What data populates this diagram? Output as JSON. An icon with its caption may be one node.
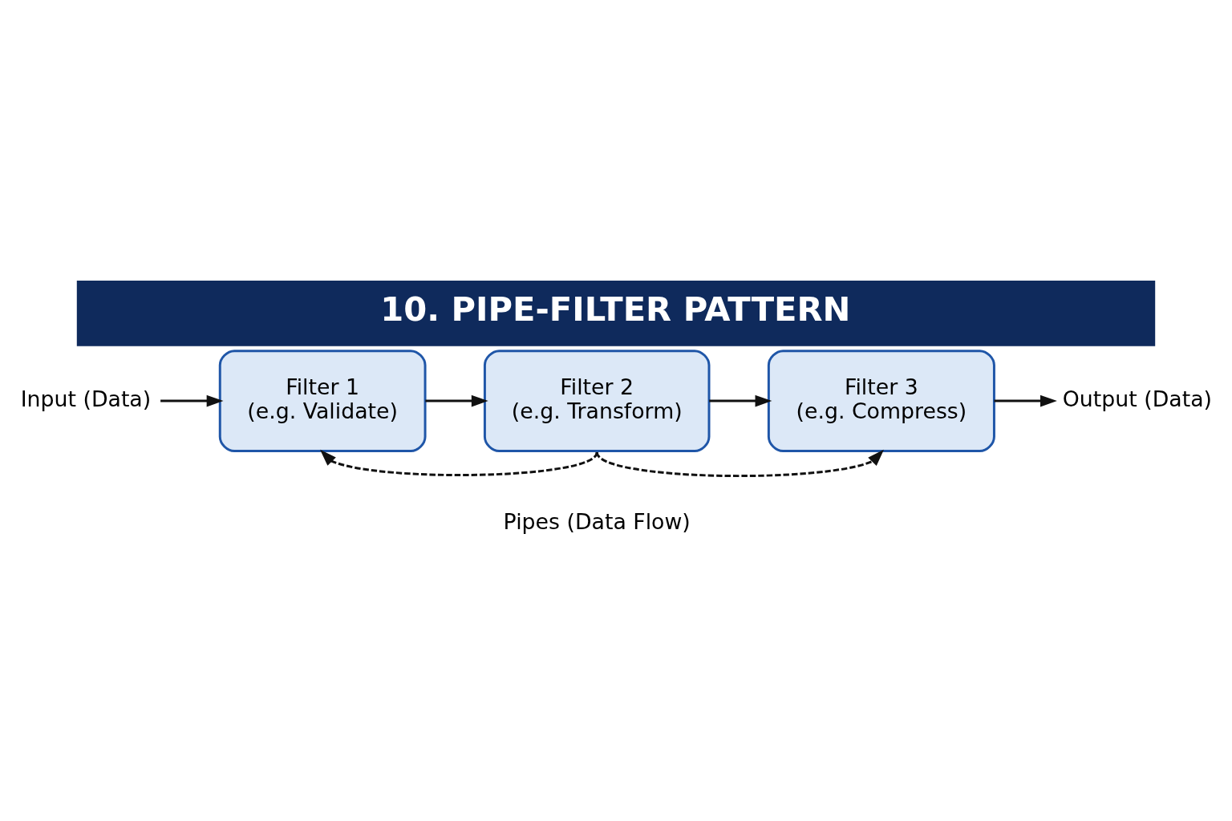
{
  "diagram": {
    "title": "10. PIPE-FILTER PATTERN",
    "nodes": [
      {
        "text": [
          "Input (Data)"
        ]
      },
      {
        "text": [
          "Filter 1",
          "(e.g. Validate)"
        ]
      },
      {
        "text": [
          "Filter 2",
          "(e.g. Transform)"
        ]
      },
      {
        "text": [
          "Filter 3",
          "(e.g. Compress)"
        ]
      },
      {
        "text": [
          "Output (Data)"
        ]
      }
    ],
    "edges": [
      {
        "from": 0,
        "to": 1,
        "arrow": "to"
      },
      {
        "from": 1,
        "to": 2,
        "arrow": "to"
      },
      {
        "from": 2,
        "to": 3,
        "arrow": "to"
      },
      {
        "from": 3,
        "to": 4,
        "arrow": "to"
      },
      {
        "from": 2,
        "to": 1,
        "arrow": "to",
        "style": "dashed"
      },
      {
        "from": 2,
        "to": 3,
        "arrow": "to",
        "style": "dashed"
      }
    ],
    "labels": [
      "Pipes (Data Flow)"
    ]
  }
}
